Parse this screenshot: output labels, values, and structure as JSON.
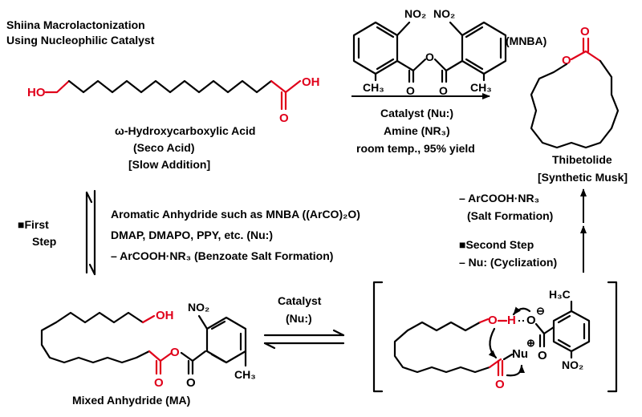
{
  "title": {
    "line1": "Shiina Macrolactonization",
    "line2": "Using Nucleophilic Catalyst"
  },
  "seco_acid": {
    "ho_label": "HO",
    "acid_oh": "OH",
    "acid_o": "O",
    "name": "ω-Hydroxycarboxylic Acid",
    "alias": "(Seco Acid)",
    "note": "[Slow Addition]"
  },
  "mnba": {
    "label": "(MNBA)",
    "no2_left": "NO₂",
    "no2_right": "NO₂",
    "ch3_left": "CH₃",
    "ch3_right": "CH₃",
    "o_bridge": "O",
    "o_left": "O",
    "o_right": "O"
  },
  "top_conditions": {
    "line1": "Catalyst (Nu:)",
    "line2": "Amine (NR₃)",
    "line3": "room temp., 95% yield"
  },
  "product": {
    "o_carbonyl": "O",
    "o_ring": "O",
    "name": "Thibetolide",
    "note": "[Synthetic Musk]"
  },
  "first_step": {
    "label_line1": "■First",
    "label_line2": "Step",
    "line1": "Aromatic Anhydride such as MNBA ((ArCO)₂O)",
    "line2": "DMAP, DMAPO, PPY, etc. (Nu:)",
    "line3": "– ArCOOH·NR₃ (Benzoate Salt Formation)"
  },
  "mixed_anhydride": {
    "oh": "OH",
    "no2": "NO₂",
    "ch3": "CH₃",
    "o_bridge": "O",
    "o_left": "O",
    "o_right": "O",
    "name": "Mixed Anhydride (MA)"
  },
  "bottom_conditions": {
    "line1": "Catalyst",
    "line2": "(Nu:)"
  },
  "second_step": {
    "salt_line1": "– ArCOOH·NR₃",
    "salt_line2": "(Salt Formation)",
    "label": "■Second Step",
    "line2": "– Nu: (Cyclization)"
  },
  "intermediate": {
    "o_label": "O",
    "h_label": "H",
    "o_minus": "O",
    "minus": "⊖",
    "nu_label": "Nu",
    "plus": "⊕",
    "o_carbonyl": "O",
    "o_acyl": "O",
    "ch3": "H₃C",
    "no2": "NO₂"
  },
  "colors": {
    "highlight": "#e0001a",
    "ink": "#000000"
  }
}
